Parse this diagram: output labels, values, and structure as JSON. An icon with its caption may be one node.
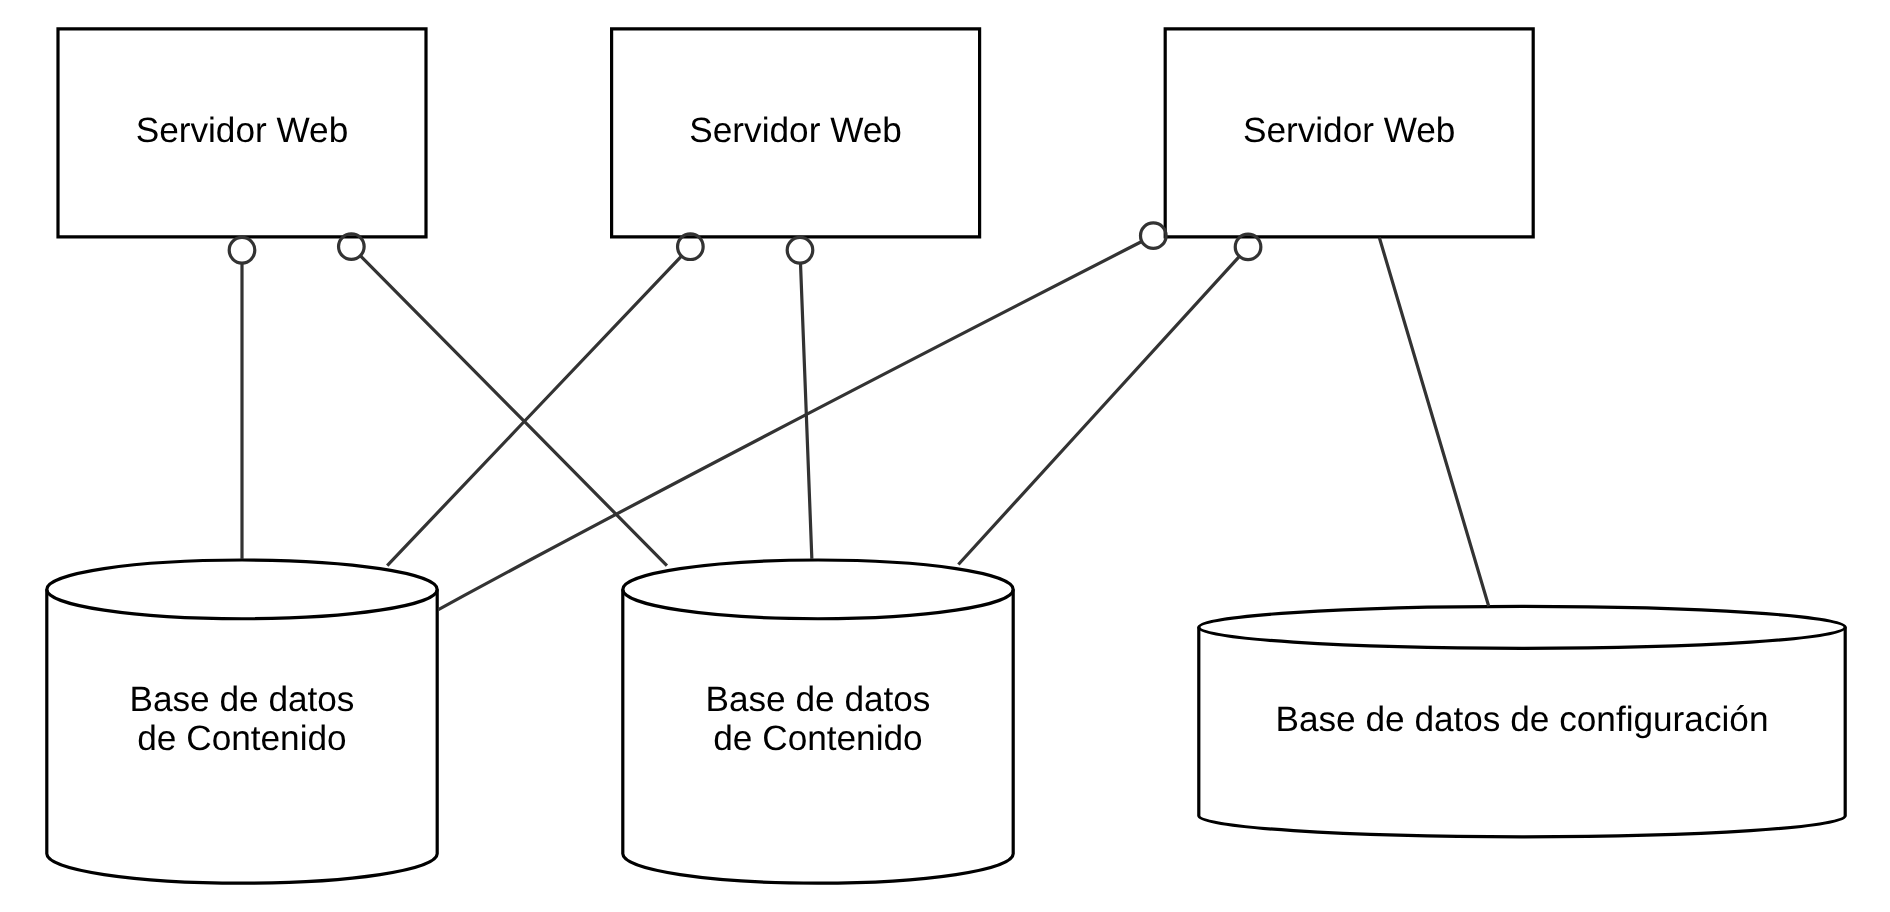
{
  "diagram": {
    "nodes": [
      {
        "text": [
          "Servidor Web"
        ]
      },
      {
        "text": [
          "Servidor Web"
        ]
      },
      {
        "text": [
          "Servidor Web"
        ]
      },
      {
        "text": [
          "Base de datos de Contenido"
        ]
      },
      {
        "text": [
          "Base de datos de Contenido"
        ]
      },
      {
        "text": [
          "Base de datos de configuración"
        ]
      }
    ],
    "edges": [
      {
        "from": 0,
        "to": 3,
        "arrow": "other"
      },
      {
        "from": 0,
        "to": 4,
        "arrow": "other"
      },
      {
        "from": 1,
        "to": 3,
        "arrow": "other"
      },
      {
        "from": 1,
        "to": 4,
        "arrow": "other"
      },
      {
        "from": 2,
        "to": 3,
        "arrow": "other"
      },
      {
        "from": 2,
        "to": 4,
        "arrow": "other"
      },
      {
        "from": 2,
        "to": 5,
        "arrow": "none"
      }
    ]
  }
}
